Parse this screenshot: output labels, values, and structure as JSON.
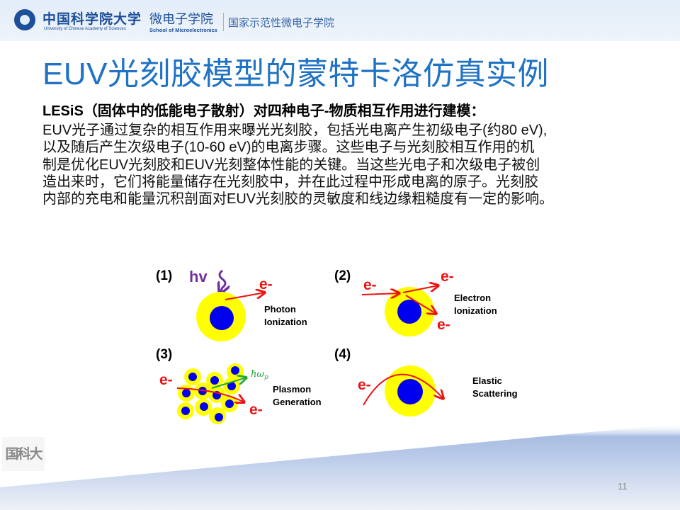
{
  "header": {
    "university_cn": "中国科学院大学",
    "university_en": "University of Chinese Academy of Sciences",
    "school_cn": "微电子学院",
    "school_en": "School of Microelectronics",
    "demo_label": "国家示范性微电子学院"
  },
  "slide": {
    "title": "EUV光刻胶模型的蒙特卡洛仿真实例",
    "lead": "LESiS（固体中的低能电子散射）对四种电子-物质相互作用进行建模：",
    "body_lines": [
      "EUV光子通过复杂的相互作用来曝光光刻胶，包括光电离产生初级电子(约80 eV),",
      "以及随后产生次级电子(10-60 eV)的电离步骤。这些电子与光刻胶相互作用的机",
      "制是优化EUV光刻胶和EUV光刻整体性能的关键。当这些光电子和次级电子被创",
      "造出来时，它们将能量储存在光刻胶中，并在此过程中形成电离的原子。光刻胶",
      "内部的充电和能量沉积剖面对EUV光刻胶的灵敏度和线边缘粗糙度有一定的影响。"
    ],
    "page_number": "11",
    "logo_text": "国科大"
  },
  "diagram": {
    "electron": "e-",
    "photon": "hv",
    "plasmon_symbol": "ħω",
    "plasmon_sub": "p",
    "panels": [
      {
        "number": "(1)",
        "label_lines": [
          "Photon",
          "Ionization"
        ]
      },
      {
        "number": "(2)",
        "label_lines": [
          "Electron",
          "Ionization"
        ]
      },
      {
        "number": "(3)",
        "label_lines": [
          "Plasmon",
          "Generation"
        ]
      },
      {
        "number": "(4)",
        "label_lines": [
          "Elastic",
          "Scattering"
        ]
      }
    ],
    "colors": {
      "shell": "#ffff00",
      "nucleus": "#0000ee",
      "electron": "#ee1111",
      "photon": "#7030a0",
      "plasmon": "#22aa33",
      "title": "#1f72c4"
    }
  }
}
